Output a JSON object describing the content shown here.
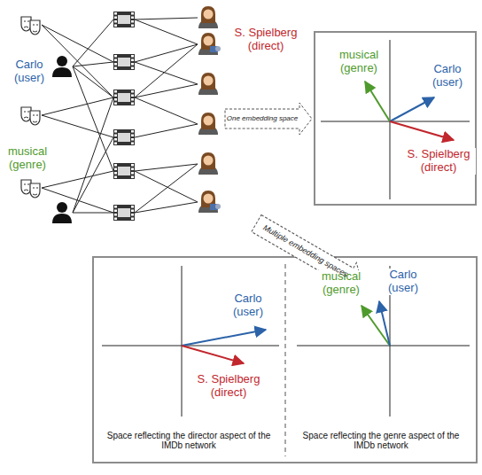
{
  "diagram": {
    "nodes": [
      {
        "text": [
          "Carlo (user)"
        ]
      },
      {
        "text": [
          "S. Spielberg (direct)"
        ]
      },
      {
        "text": [
          "musical (genre)"
        ]
      },
      {
        "text": [
          "musical (genre)",
          "Carlo (user)",
          "S. Spielberg (direct)"
        ]
      },
      {
        "text": [
          "Carlo (user)",
          "S. Spielberg (direct)",
          "Space reflecting the director aspect of the IMDb network"
        ]
      },
      {
        "text": [
          "musical (genre)",
          "Carlo (user)",
          "Space reflecting the genre aspect of the IMDb network"
        ]
      }
    ],
    "labels": [
      "One embedding space",
      "Multiple embedding spaces"
    ]
  }
}
